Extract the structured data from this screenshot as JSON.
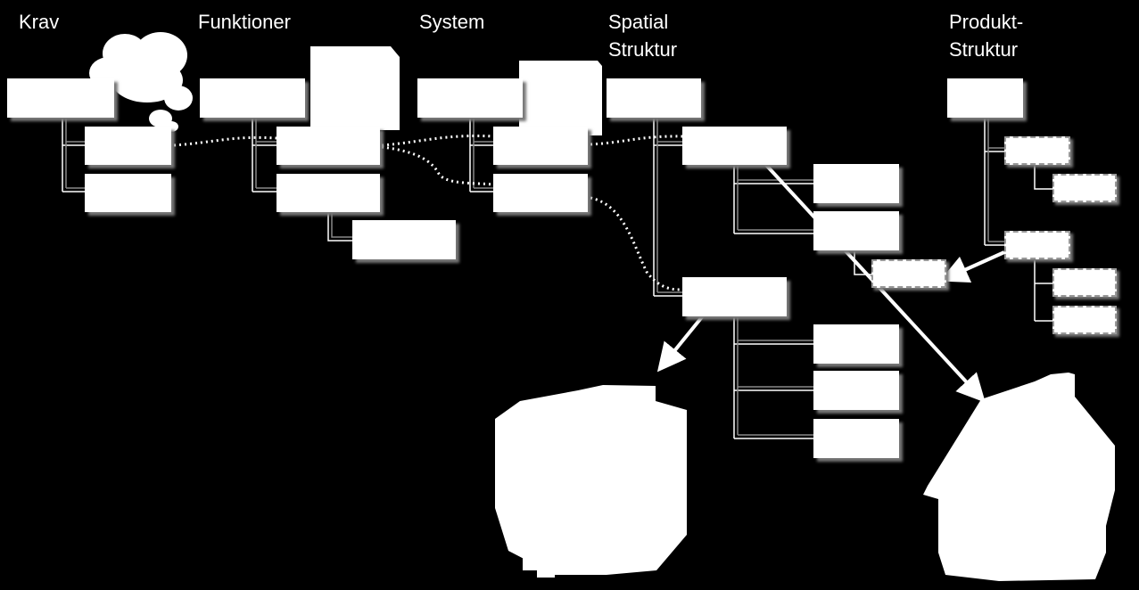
{
  "headers": {
    "krav": "Krav",
    "funktioner": "Funktioner",
    "system": "System",
    "spatial": [
      "Spatial",
      "Struktur"
    ],
    "produkt": [
      "Produkt-",
      "Struktur"
    ]
  },
  "colors": {
    "background": "#000000",
    "foreground": "#ffffff",
    "shadow": "#777777"
  },
  "icons": [
    "thought-cloud-icon",
    "document-icon",
    "box-3d-icon",
    "house-icon"
  ]
}
